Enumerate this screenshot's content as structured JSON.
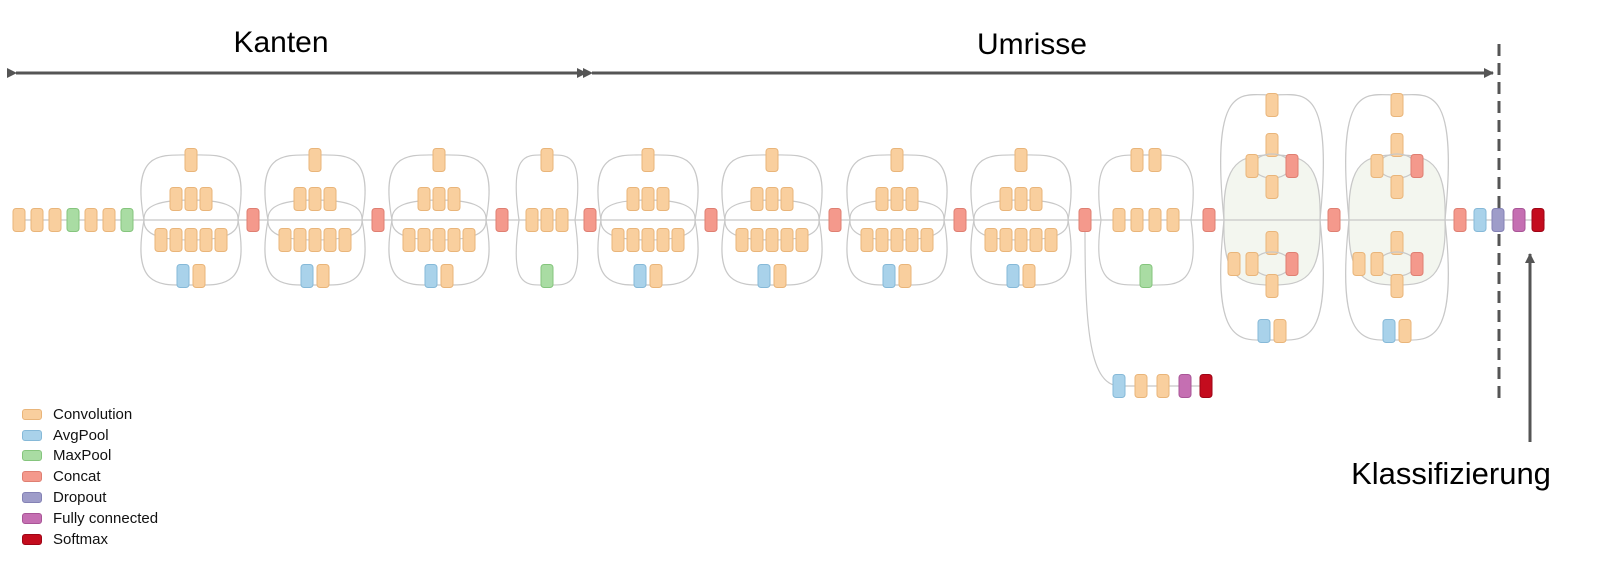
{
  "labels": {
    "kanten": "Kanten",
    "umrisse": "Umrisse",
    "klassifizierung": "Klassifizierung"
  },
  "legend": [
    {
      "label": "Convolution",
      "color": "#f9cf9e",
      "border": "#e9b57a"
    },
    {
      "label": "AvgPool",
      "color": "#a9d2ea",
      "border": "#86b9d8"
    },
    {
      "label": "MaxPool",
      "color": "#a9dca3",
      "border": "#85c57d"
    },
    {
      "label": "Concat",
      "color": "#f4998c",
      "border": "#df7f72"
    },
    {
      "label": "Dropout",
      "color": "#9e9cc9",
      "border": "#8482b5"
    },
    {
      "label": "Fully connected",
      "color": "#c56fb2",
      "border": "#a95597"
    },
    {
      "label": "Softmax",
      "color": "#c40c1e",
      "border": "#9e0516"
    }
  ]
}
